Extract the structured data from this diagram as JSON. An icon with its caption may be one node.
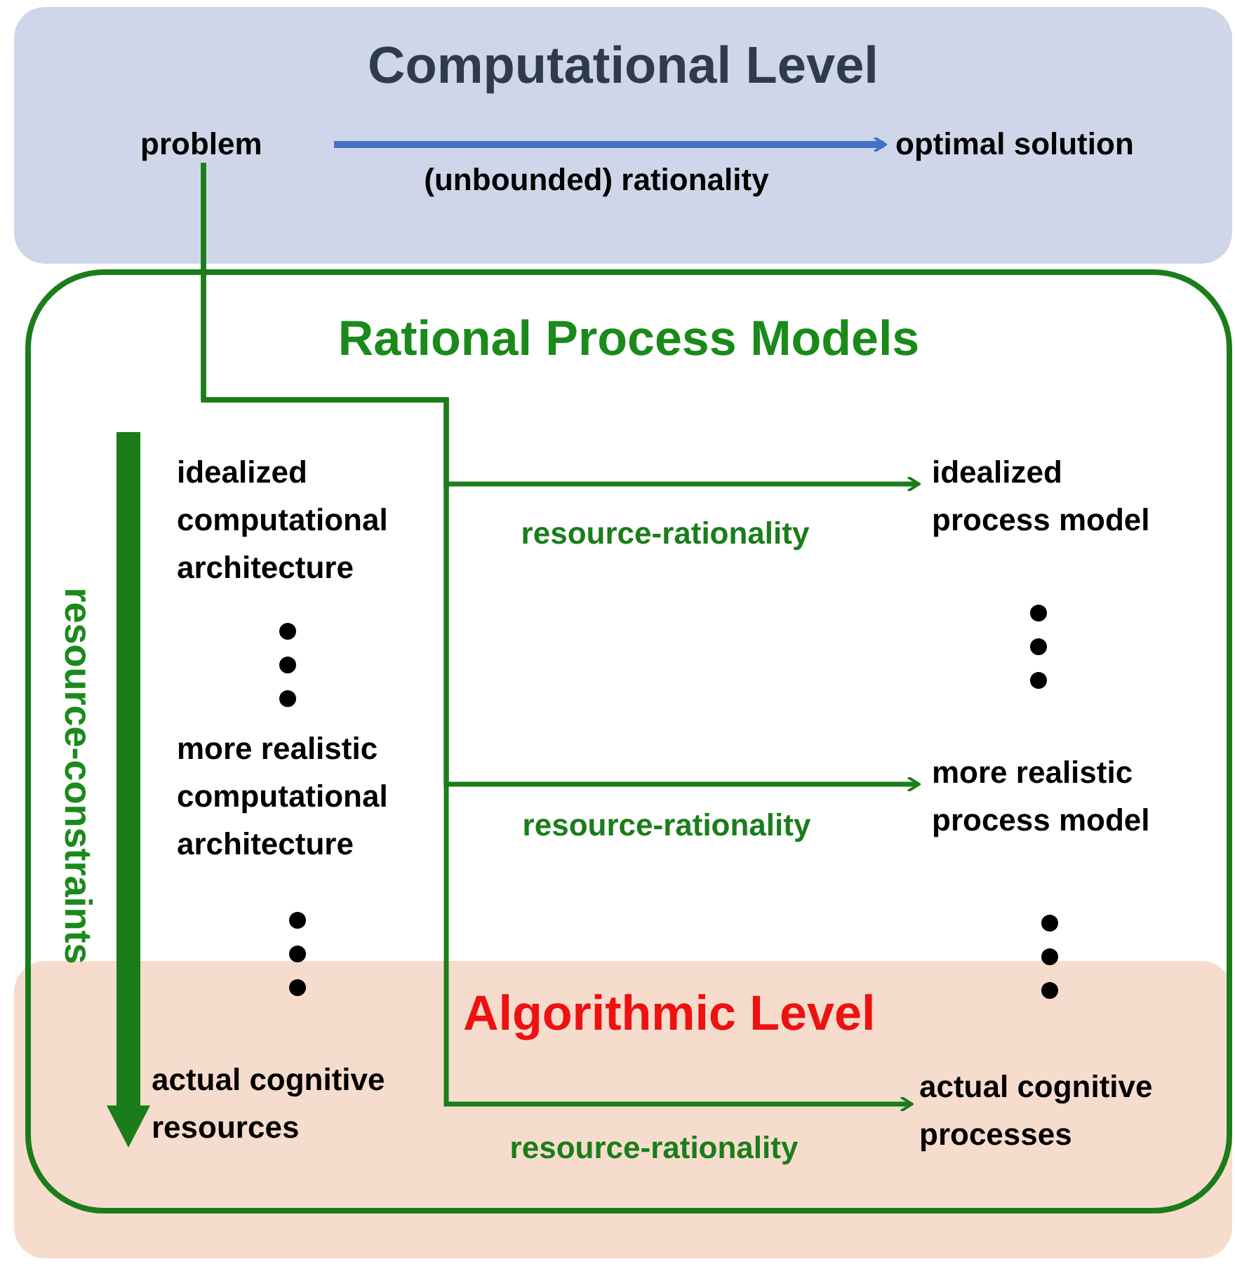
{
  "diagram": {
    "nodes": [
      {
        "text": [
          "Computational Level"
        ]
      },
      {
        "text": [
          "problem"
        ],
        "in": 0
      },
      {
        "text": [
          "optimal solution"
        ],
        "in": 0
      },
      {
        "text": [
          "Rational Process Models"
        ]
      },
      {
        "text": [
          "Algorithmic Level"
        ]
      },
      {
        "text": [
          "idealized computational architecture"
        ],
        "in": 3
      },
      {
        "text": [
          "more realistic computational architecture"
        ],
        "in": 3
      },
      {
        "text": [
          "actual cognitive resources"
        ],
        "in": 4
      },
      {
        "text": [
          "idealized process model"
        ],
        "in": 3
      },
      {
        "text": [
          "more realistic process model"
        ],
        "in": 3
      },
      {
        "text": [
          "actual cognitive processes"
        ],
        "in": 4
      }
    ],
    "edges": [
      {
        "from": 1,
        "to": 2,
        "arrow": "to",
        "label": "(unbounded) rationality",
        "color": "#4472c4"
      },
      {
        "from": 1,
        "to": 8,
        "arrow": "to",
        "label": "resource-rationality"
      },
      {
        "from": 1,
        "to": 9,
        "arrow": "to",
        "label": "resource-rationality"
      },
      {
        "from": 1,
        "to": 10,
        "arrow": "to",
        "label": "resource-rationality"
      }
    ],
    "labels": [
      "resource-constraints"
    ]
  }
}
